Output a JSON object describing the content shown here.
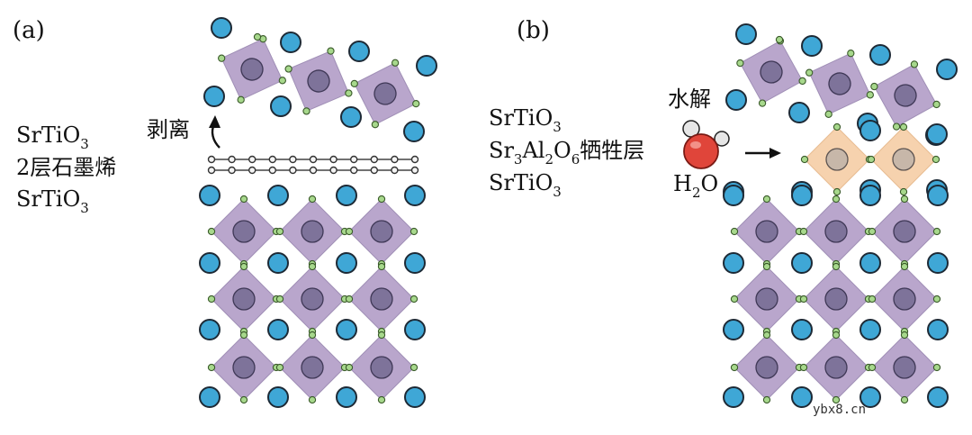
{
  "panels": {
    "a": {
      "label": "(a)",
      "labels_left": [
        "SrTiO",
        "2层石墨烯",
        "SrTiO"
      ],
      "subscripts": {
        "o3": "3"
      },
      "arrow_label": "剥离"
    },
    "b": {
      "label": "(b)",
      "sacrificial_parts": [
        "Sr",
        "3",
        "Al",
        "2",
        "O",
        "6",
        "牺牲层"
      ],
      "srtio": "SrTiO",
      "sub3": "3",
      "hydrolysis": "水解",
      "water": [
        "H",
        "2",
        "O"
      ]
    }
  },
  "watermark": "ybx8.cn",
  "colors": {
    "octahedron": "#b9a6cc",
    "sacrificial_octahedron": "#f6d2ae",
    "strontium": "#3fa7d6",
    "oxygen": "#a7d88c",
    "titanium": "#7e739a",
    "water_oxygen": "#e0453a"
  }
}
